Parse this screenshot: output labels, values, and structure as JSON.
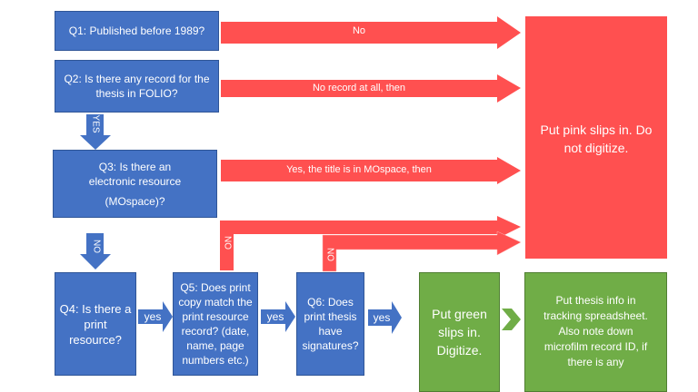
{
  "questions": {
    "q1": "Q1: Published before 1989?",
    "q2": "Q2: Is there any record for the thesis in FOLIO?",
    "q3a": "Q3: Is there an electronic resource",
    "q3b": "(MOspace)?",
    "q4": "Q4: Is there a print resource?",
    "q5": "Q5: Does print copy match the print resource record? (date, name, page numbers etc.)",
    "q6": "Q6: Does print thesis have signatures?"
  },
  "arrows": {
    "q1_no": "No",
    "q2_no": "No record at all, then",
    "q2_yes": "YES",
    "q3_yes": "Yes, the title is in MOspace, then",
    "q3_no": "NO",
    "q4_yes": "yes",
    "q5_yes": "yes",
    "q5_no": "NO",
    "q6_yes": "yes",
    "q6_no": "NO"
  },
  "outcomes": {
    "pink": "Put pink slips in. Do not digitize.",
    "green": "Put green slips in. Digitize.",
    "tracking": "Put thesis info in tracking spreadsheet. Also note down microfilm record ID, if there is any"
  },
  "colors": {
    "blue": "#4472c4",
    "red": "#ff5050",
    "green": "#70ad47"
  }
}
